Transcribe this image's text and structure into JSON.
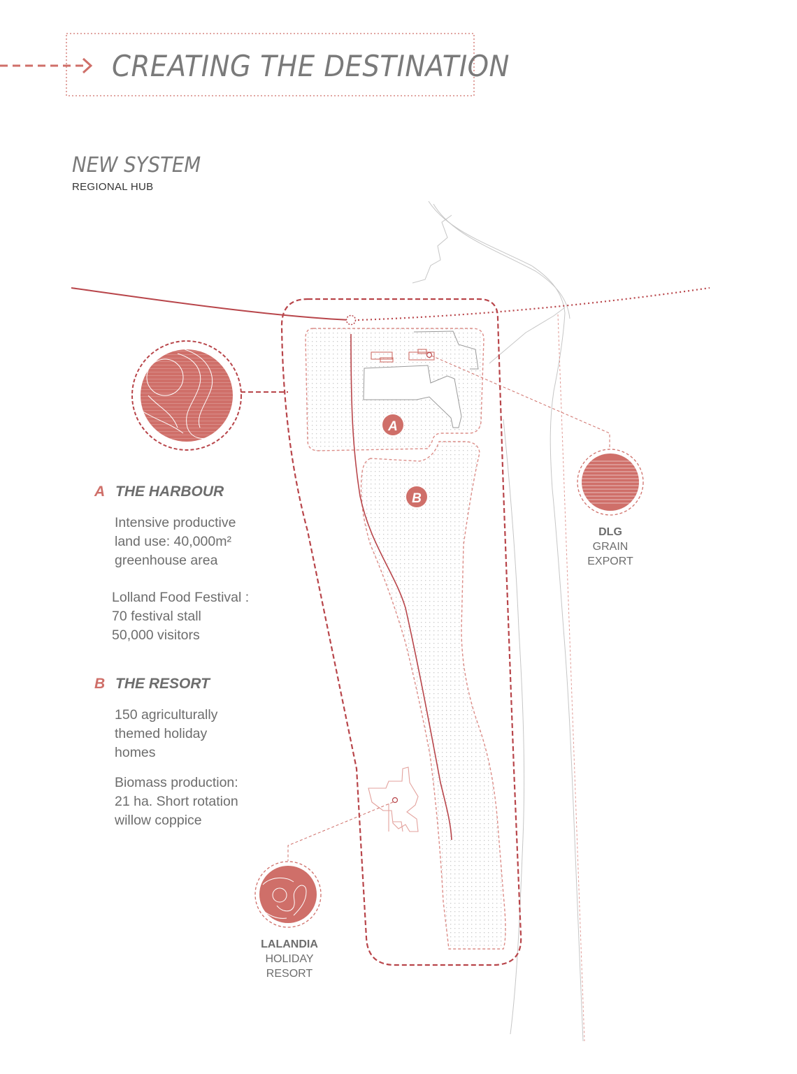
{
  "header": {
    "title": "CREATING THE DESTINATION"
  },
  "system": {
    "title": "NEW SYSTEM",
    "subtitle": "REGIONAL  HUB"
  },
  "sections": [
    {
      "letter": "A",
      "title": "THE HARBOUR",
      "paragraphs": [
        "Intensive productive\nland use: 40,000m²\ngreenhouse area",
        "Lolland Food Festival :\n70 festival stall\n50,000 visitors"
      ]
    },
    {
      "letter": "B",
      "title": "THE RESORT",
      "paragraphs": [
        "150 agriculturally\nthemed holiday\nhomes",
        "Biomass production:\n21 ha. Short rotation\nwillow coppice"
      ]
    }
  ],
  "markers": {
    "a": "A",
    "b": "B"
  },
  "labels": {
    "dlg": {
      "name": "DLG",
      "line1": "GRAIN",
      "line2": "EXPORT"
    },
    "lalandia": {
      "name": "LALANDIA",
      "line1": "HOLIDAY",
      "line2": "RESORT"
    }
  },
  "colors": {
    "accent": "#cf6f69",
    "accent_dark": "#b8454a",
    "text": "#6d6d6d",
    "linework": "#bdbdbd"
  }
}
